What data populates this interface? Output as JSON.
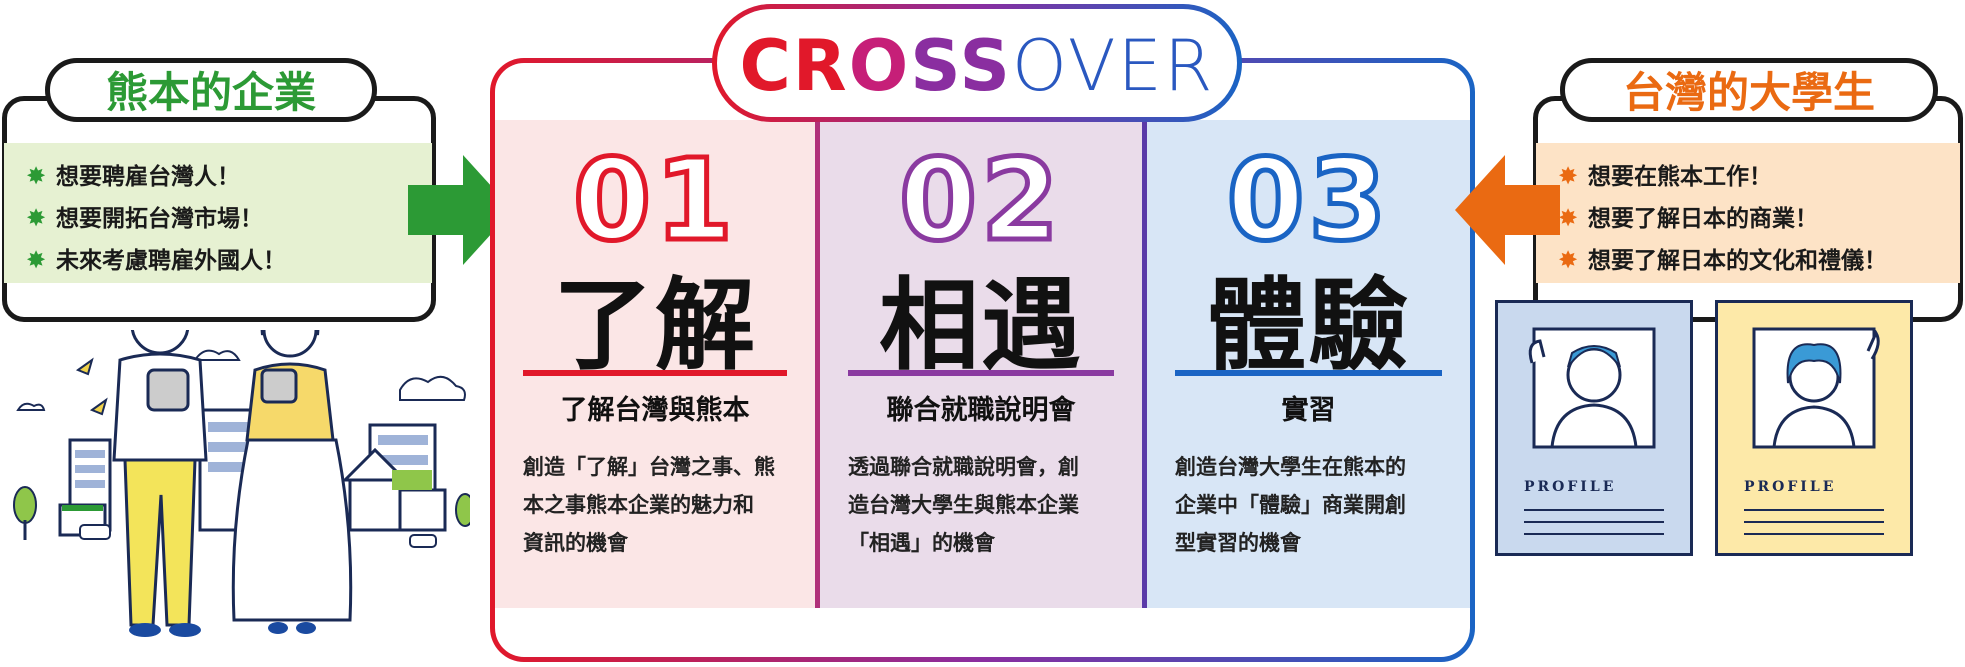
{
  "logo": {
    "part1": "CR",
    "part2": "O",
    "part3": "SS",
    "part4": "OVER"
  },
  "left_panel": {
    "title": "熊本的企業",
    "color": "#2c9a35",
    "items": [
      "想要聘雇台灣人！",
      "想要開拓台灣市場！",
      "未來考慮聘雇外國人！"
    ]
  },
  "right_panel": {
    "title": "台灣的大學生",
    "color": "#ea6a12",
    "items": [
      "想要在熊本工作！",
      "想要了解日本的商業！",
      "想要了解日本的文化和禮儀！"
    ]
  },
  "columns": [
    {
      "number": "01",
      "title": "了解",
      "subtitle": "了解台灣與熊本",
      "accent": "#e1182a",
      "bg": "#fbe6e6",
      "desc": [
        "創造「了解」台灣之事、熊",
        "本之事熊本企業的魅力和",
        "資訊的機會"
      ]
    },
    {
      "number": "02",
      "title": "相遇",
      "subtitle": "聯合就職說明會",
      "accent": "#8a3aa0",
      "bg": "#eadcea",
      "desc": [
        "透過聯合就職說明會，創",
        "造台灣大學生與熊本企業",
        "「相遇」的機會"
      ]
    },
    {
      "number": "03",
      "title": "體驗",
      "subtitle": "實習",
      "accent": "#1a64c4",
      "bg": "#d8e6f6",
      "desc": [
        "創造台灣大學生在熊本的",
        "企業中「體驗」商業開創",
        "型實習的機會"
      ]
    }
  ],
  "profile_cards": [
    {
      "label": "PROFILE",
      "bg": "#c9d9ee"
    },
    {
      "label": "PROFILE",
      "bg": "#fde9a8"
    }
  ]
}
